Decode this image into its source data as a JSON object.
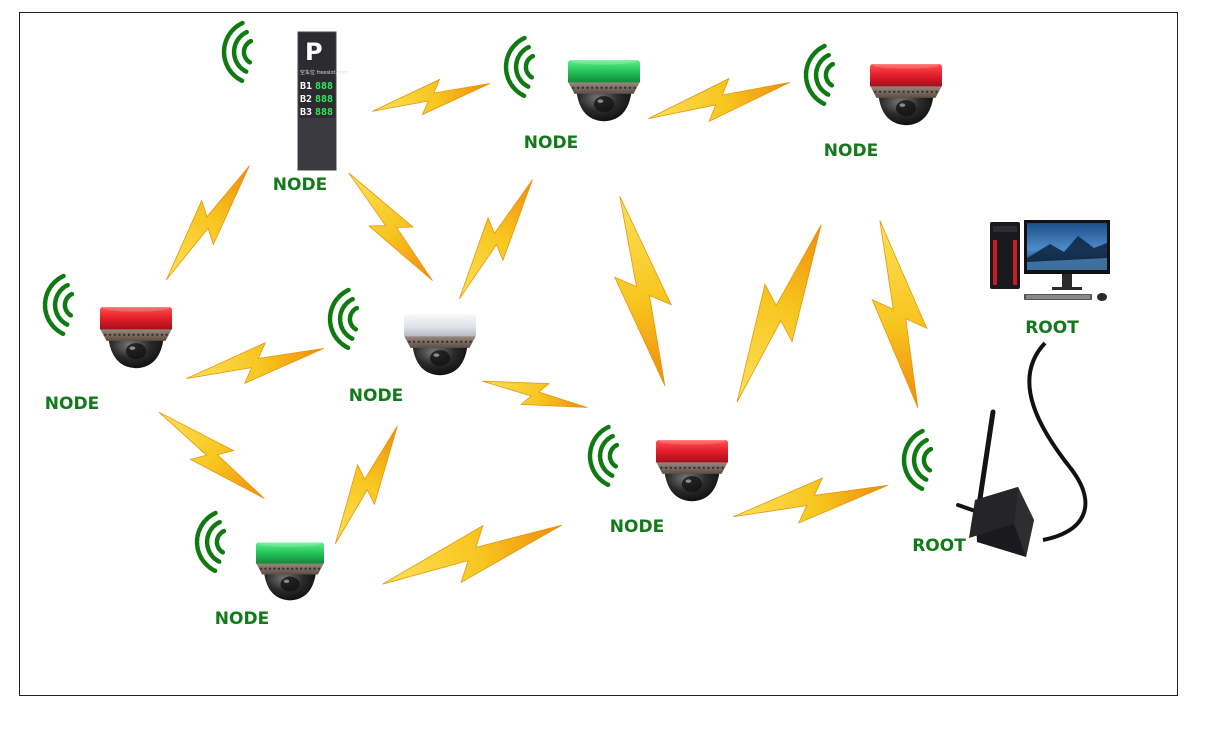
{
  "colors": {
    "label_green": "#127a1a",
    "wave_green": "#0f7a12",
    "bolt_yellow": "#f7c51e",
    "bolt_orange": "#f08a0e",
    "status_red": "#e51e2a",
    "status_green": "#25c35a"
  },
  "icons": {
    "wireless": "wifi-wave-icon",
    "link": "lightning-bolt-icon",
    "camera": "dome-camera-icon",
    "sign": "parking-sign-icon",
    "computer": "desktop-computer-icon",
    "gateway": "router-icon"
  },
  "nodes": [
    {
      "id": "parking-sign",
      "label": "NODE",
      "kind": "parking-sign"
    },
    {
      "id": "cam-green-top",
      "label": "NODE",
      "kind": "camera",
      "status": "green"
    },
    {
      "id": "cam-red-top",
      "label": "NODE",
      "kind": "camera",
      "status": "red"
    },
    {
      "id": "cam-red-left",
      "label": "NODE",
      "kind": "camera",
      "status": "red"
    },
    {
      "id": "cam-white-mid",
      "label": "NODE",
      "kind": "camera",
      "status": "white"
    },
    {
      "id": "cam-red-center",
      "label": "NODE",
      "kind": "camera",
      "status": "red"
    },
    {
      "id": "cam-green-bottom",
      "label": "NODE",
      "kind": "camera",
      "status": "green"
    }
  ],
  "roots": [
    {
      "id": "computer",
      "label": "ROOT",
      "kind": "computer"
    },
    {
      "id": "gateway",
      "label": "ROOT",
      "kind": "gateway"
    }
  ],
  "sign": {
    "letter": "P",
    "subtitle": "空车位  freeslot.com",
    "levels": [
      {
        "name": "B1",
        "value": "888"
      },
      {
        "name": "B2",
        "value": "888"
      },
      {
        "name": "B3",
        "value": "888"
      }
    ]
  }
}
